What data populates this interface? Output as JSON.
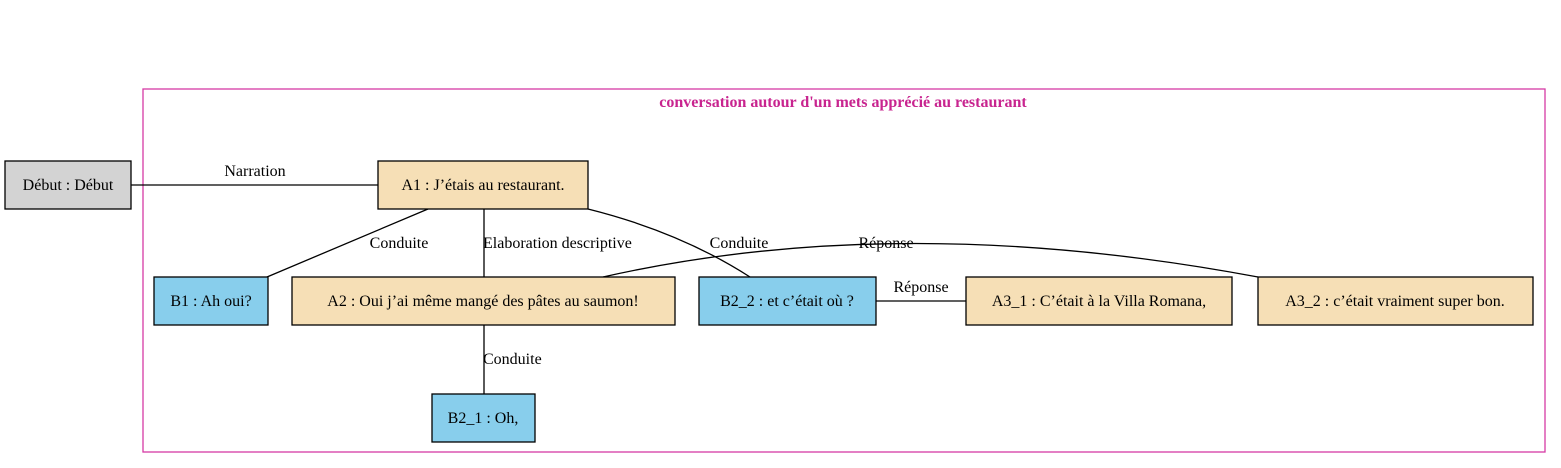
{
  "colors": {
    "cluster_border": "#d63aa5",
    "cluster_title": "#c8248f",
    "speaker_a": "#f6dfb6",
    "speaker_b": "#88ceec",
    "start": "#d3d3d3"
  },
  "cluster": {
    "title": "conversation autour d'un mets apprécié au restaurant"
  },
  "nodes": {
    "debut": {
      "label": "Début : Début",
      "kind": "start"
    },
    "a1": {
      "label": "A1 : J’étais au restaurant.",
      "kind": "speaker_a"
    },
    "b1": {
      "label": "B1 : Ah oui?",
      "kind": "speaker_b"
    },
    "a2": {
      "label": "A2 : Oui j’ai même mangé des pâtes au saumon!",
      "kind": "speaker_a"
    },
    "b2_2": {
      "label": "B2_2 : et c’était où ?",
      "kind": "speaker_b"
    },
    "a3_1": {
      "label": "A3_1 : C’était à la Villa Romana,",
      "kind": "speaker_a"
    },
    "a3_2": {
      "label": "A3_2 : c’était vraiment super bon.",
      "kind": "speaker_a"
    },
    "b2_1": {
      "label": "B2_1 : Oh,",
      "kind": "speaker_b"
    }
  },
  "edges": {
    "debut_a1": {
      "from": "Début",
      "to": "A1",
      "label": "Narration"
    },
    "a1_b1": {
      "from": "A1",
      "to": "B1",
      "label": "Conduite"
    },
    "a1_a2": {
      "from": "A1",
      "to": "A2",
      "label": "Elaboration descriptive"
    },
    "a1_b2_2": {
      "from": "A1",
      "to": "B2_2",
      "label": "Conduite"
    },
    "a2_a3_2": {
      "from": "A2",
      "to": "A3_2",
      "label": "Réponse"
    },
    "b2_2_a3_1": {
      "from": "B2_2",
      "to": "A3_1",
      "label": "Réponse"
    },
    "a2_b2_1": {
      "from": "A2",
      "to": "B2_1",
      "label": "Conduite"
    }
  }
}
